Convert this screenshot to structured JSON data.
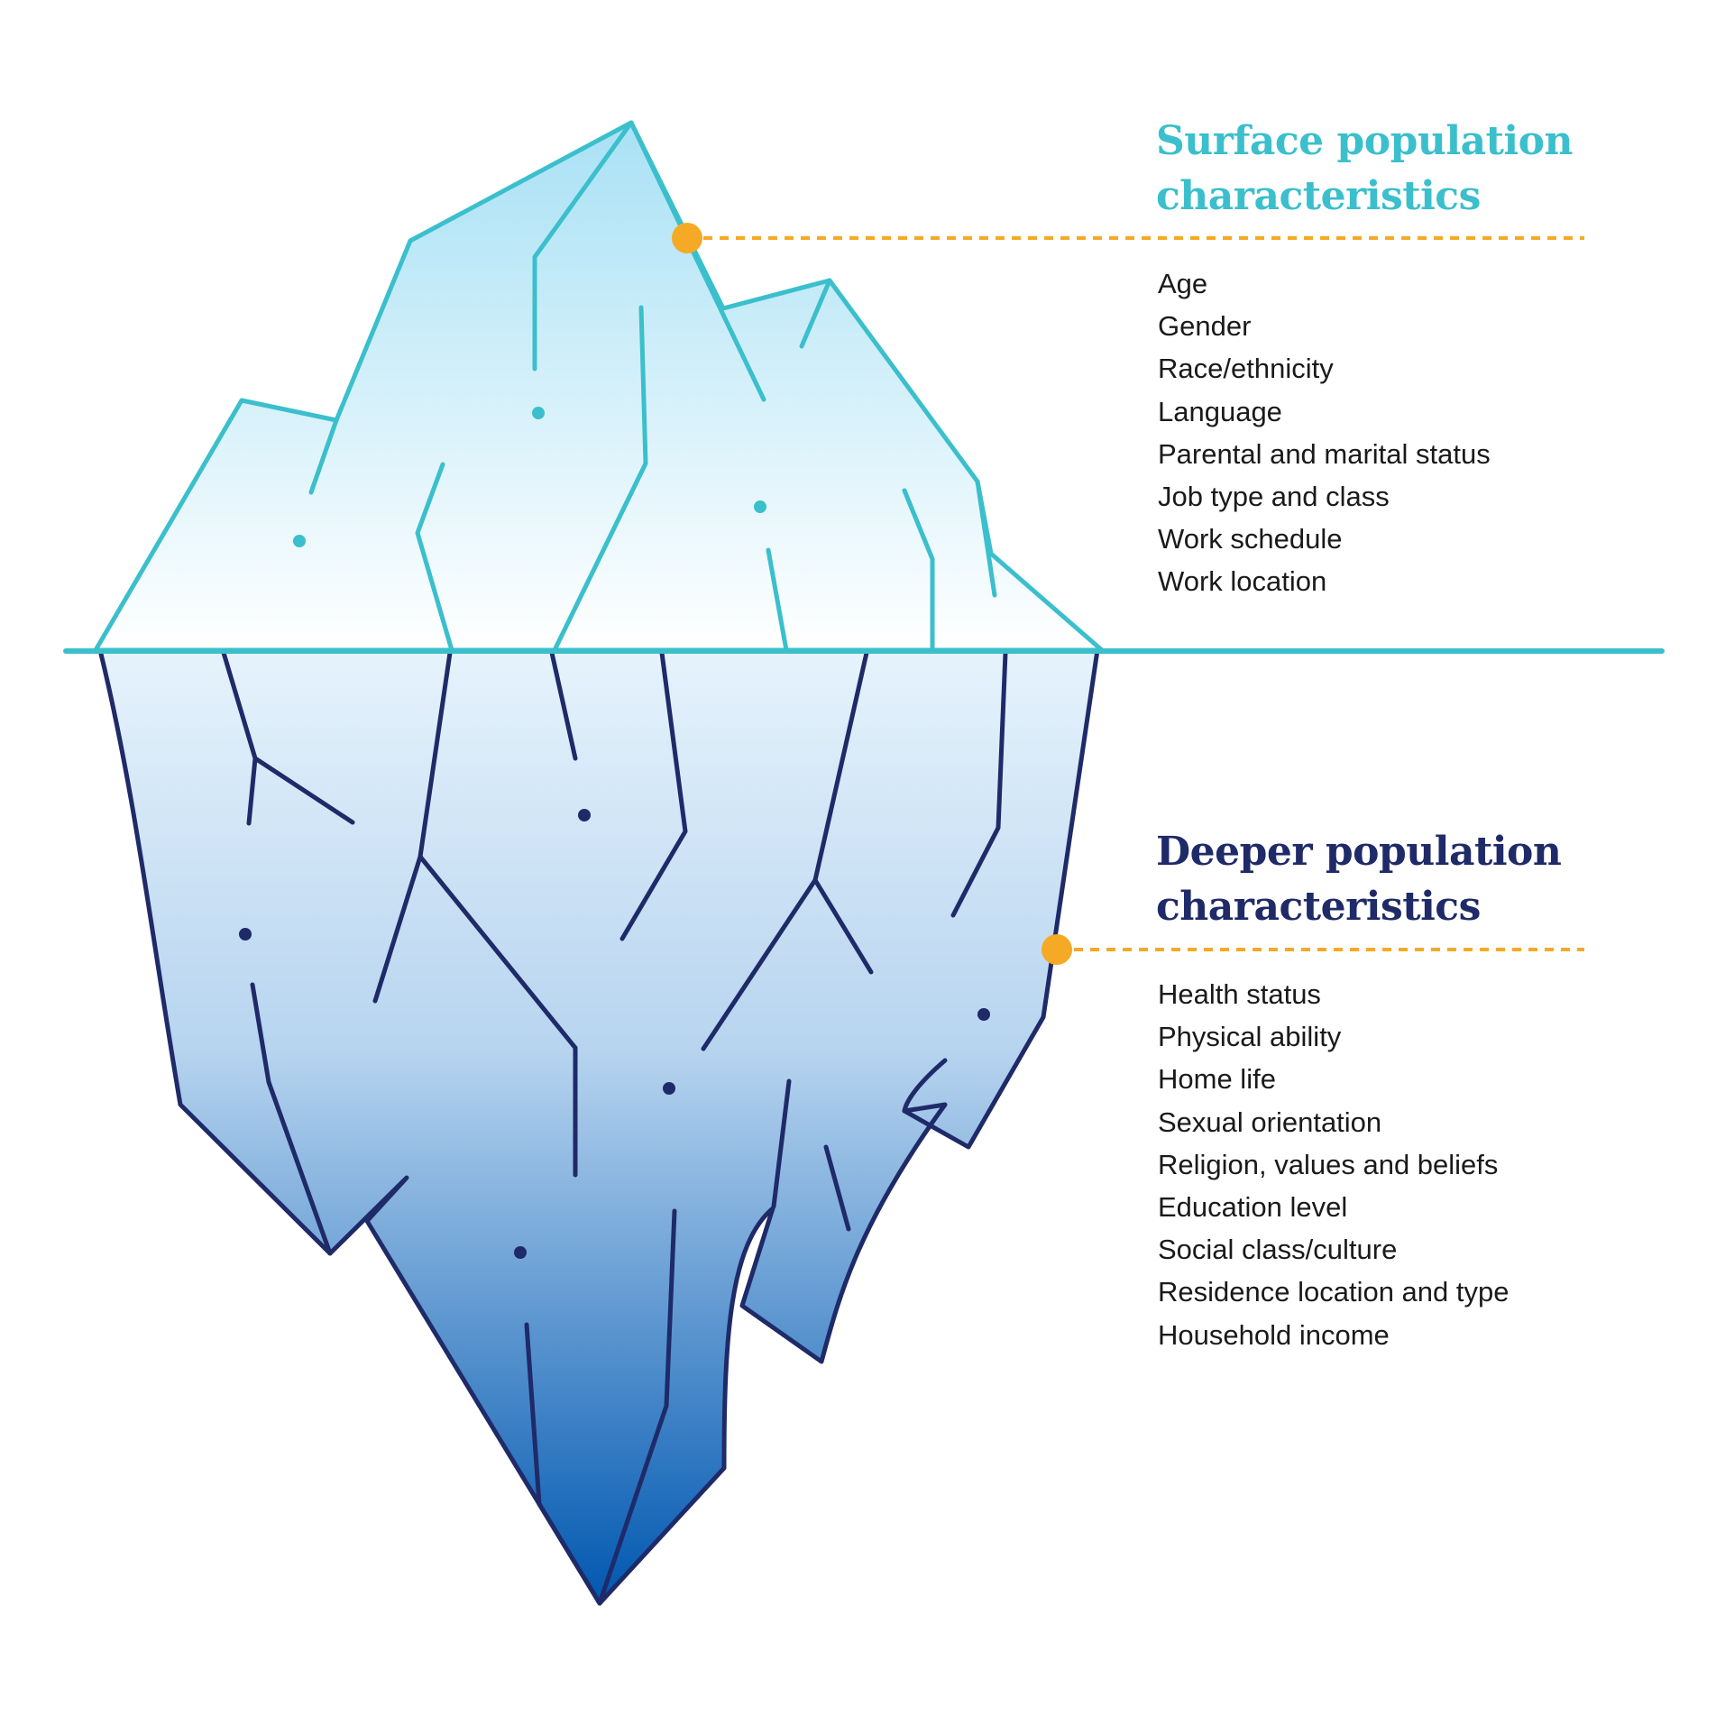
{
  "colors": {
    "surface_accent": "#3bbfcc",
    "deep_accent": "#1f2a68",
    "callout_marker": "#f6a925",
    "surface_fill_top": "#a9e1f5",
    "surface_fill_bottom": "#ffffff",
    "deep_fill_top": "#e6f3fc",
    "deep_fill_bottom": "#0057b0"
  },
  "surface": {
    "heading_line1": "Surface population",
    "heading_line2": "characteristics",
    "items": [
      "Age",
      "Gender",
      "Race/ethnicity",
      "Language",
      "Parental and marital status",
      "Job type and class",
      "Work schedule",
      "Work location"
    ]
  },
  "deeper": {
    "heading_line1": "Deeper population",
    "heading_line2": "characteristics",
    "items": [
      "Health status",
      "Physical ability",
      "Home life",
      "Sexual orientation",
      "Religion, values and beliefs",
      "Education level",
      "Social class/culture",
      "Residence location and type",
      "Household income"
    ]
  }
}
